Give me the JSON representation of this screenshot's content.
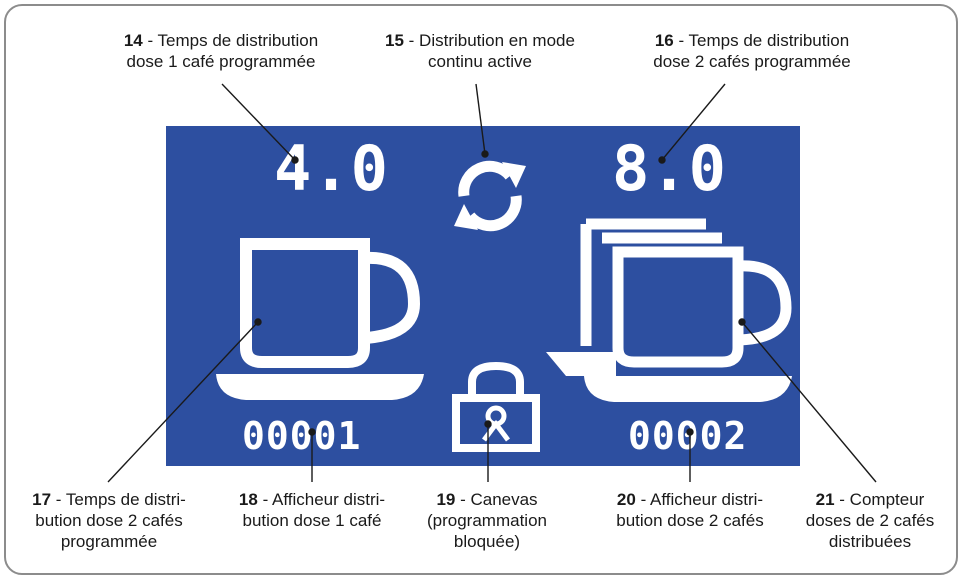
{
  "colors": {
    "screen": "#2d4fa0",
    "pixel": "#ffffff",
    "leader": "#1a1a1a",
    "frame": "#8c8c8c"
  },
  "display": {
    "time_dose_1": "4.0",
    "time_dose_2": "8.0",
    "counter_1": "00001",
    "counter_2": "00002",
    "icons": [
      "continuous-mode-icon",
      "single-cup-icon",
      "double-cup-icon",
      "padlock-icon"
    ]
  },
  "callouts": {
    "c14": {
      "num": "14",
      "text": " - Temps de distribution",
      "line2": "dose 1 café programmée"
    },
    "c15": {
      "num": "15",
      "text": " - Distribution en mode",
      "line2": "continu active"
    },
    "c16": {
      "num": "16",
      "text": " - Temps de distribution",
      "line2": "dose 2 cafés programmée"
    },
    "c17": {
      "num": "17",
      "text": " - Temps de distri-",
      "line2": "bution dose 2 cafés",
      "line3": "programmée"
    },
    "c18": {
      "num": "18",
      "text": " - Afficheur distri-",
      "line2": "bution dose 1 café"
    },
    "c19": {
      "num": "19",
      "text": " - Canevas",
      "line2": "(programmation",
      "line3": "bloquée)"
    },
    "c20": {
      "num": "20",
      "text": " - Afficheur distri-",
      "line2": "bution dose 2 cafés"
    },
    "c21": {
      "num": "21",
      "text": " - Compteur",
      "line2": "doses de 2 cafés",
      "line3": "distribuées"
    }
  }
}
